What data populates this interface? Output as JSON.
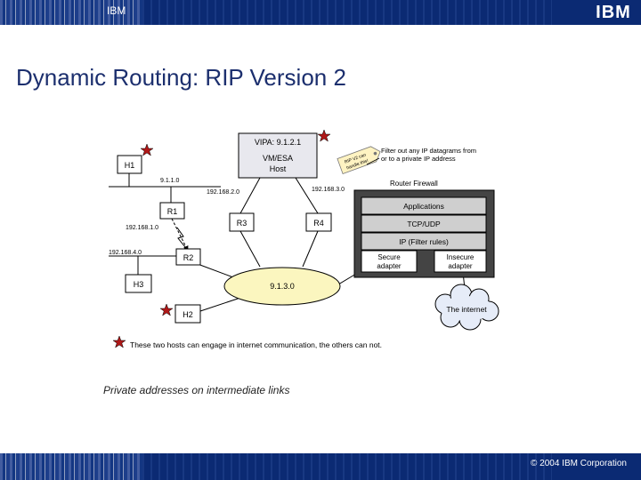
{
  "header": {
    "brand": "IBM",
    "logo": "IBM"
  },
  "title": "Dynamic Routing: RIP Version 2",
  "diagram": {
    "vipa_line1": "VIPA: 9.1.2.1",
    "vipa_line2": "VM/ESA",
    "vipa_line3": "Host",
    "h1": "H1",
    "h2": "H2",
    "h3": "H3",
    "r1": "R1",
    "r2": "R2",
    "r3": "R3",
    "r4": "R4",
    "net_9110": "9.1.1.0",
    "net_19220": "192.168.2.0",
    "net_19230": "192.168.3.0",
    "net_19210": "192.168.1.0",
    "net_19240": "192.168.4.0",
    "net_9130": "9.1.3.0",
    "rip_tag_line1": "RIP V2 can",
    "rip_tag_line2": "handle this!",
    "filter_note_line1": "Filter out any IP datagrams from",
    "filter_note_line2": "or to a private IP address",
    "firewall_title": "Router Firewall",
    "layer_applications": "Applications",
    "layer_tcpudp": "TCP/UDP",
    "layer_ip": "IP (Filter rules)",
    "secure_line1": "Secure",
    "secure_line2": "adapter",
    "insecure_line1": "Insecure",
    "insecure_line2": "adapter",
    "internet": "The internet",
    "legend": "These two hosts can engage in internet communication, the others can not."
  },
  "caption": "Private addresses on intermediate links",
  "footer": "© 2004 IBM Corporation",
  "colors": {
    "bar": "#0b2a73",
    "title": "#1c2f6e",
    "star": "#b01818",
    "net_ellipse": "#fbf6bf",
    "tag": "#fff3c2"
  }
}
